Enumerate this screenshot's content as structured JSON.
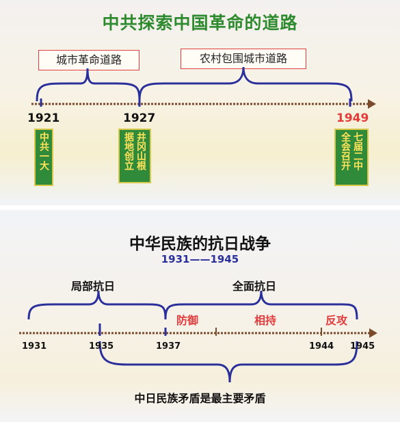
{
  "part1": {
    "title": "中共探索中国革命的道路",
    "path_labels": [
      "城市革命道路",
      "农村包围城市道路"
    ],
    "years": [
      "1921",
      "1927",
      "1949"
    ],
    "events": [
      {
        "col1": "中共一大",
        "col2": ""
      },
      {
        "col1": "井冈山根",
        "col2": "据地创立"
      },
      {
        "col1": "七届二中",
        "col2": "全会召开"
      }
    ],
    "colors": {
      "title": "#2e8a2e",
      "box_border": "#e23c3c",
      "axis": "#7a4a2a",
      "brace": "#2a2f9a",
      "event_bg": "#2f8a3a",
      "event_text": "#ffe35a"
    }
  },
  "part2": {
    "title": "中华民族的抗日战争",
    "subtitle": "1931——1945",
    "phase_labels": [
      "局部抗日",
      "全面抗日"
    ],
    "stages": [
      "防御",
      "相持",
      "反攻"
    ],
    "years": [
      "1931",
      "1935",
      "1937",
      "1944",
      "1945"
    ],
    "note": "中日民族矛盾是最主要矛盾"
  }
}
